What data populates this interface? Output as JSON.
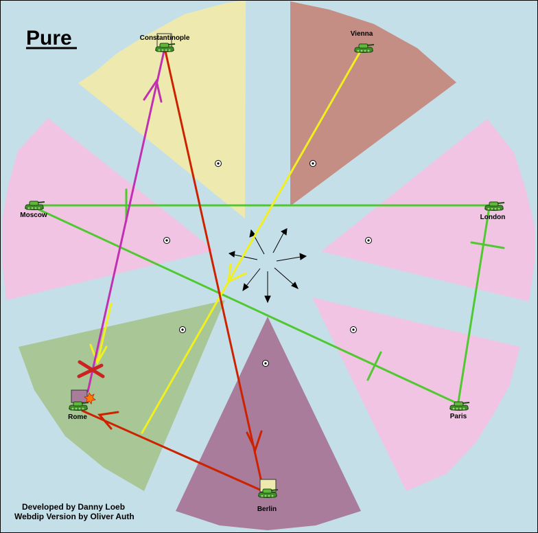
{
  "map": {
    "title": "Pure",
    "credits": [
      "Developed by Danny Loeb",
      "Webdip Version by Oliver Auth"
    ],
    "sea_color": "#c5dfe8"
  },
  "provinces": [
    {
      "key": "constantinople",
      "name": "Constantinople",
      "color": "#eeeaaf"
    },
    {
      "key": "vienna",
      "name": "Vienna",
      "color": "#c48e84"
    },
    {
      "key": "london",
      "name": "London",
      "color": "#f0c4e2"
    },
    {
      "key": "paris",
      "name": "Paris",
      "color": "#f0c4e2"
    },
    {
      "key": "berlin",
      "name": "Berlin",
      "color": "#a87c9a"
    },
    {
      "key": "rome",
      "name": "Rome",
      "color": "#a8c696"
    },
    {
      "key": "moscow",
      "name": "Moscow",
      "color": "#f0c4e2"
    }
  ],
  "units": [
    {
      "province": "constantinople",
      "type": "army",
      "icon": "tank-icon",
      "color": "#5fb83a"
    },
    {
      "province": "vienna",
      "type": "army",
      "icon": "tank-icon",
      "color": "#5fb83a"
    },
    {
      "province": "london",
      "type": "army",
      "icon": "tank-icon",
      "color": "#5fb83a"
    },
    {
      "province": "paris",
      "type": "army",
      "icon": "tank-icon",
      "color": "#5fb83a"
    },
    {
      "province": "berlin",
      "type": "army",
      "icon": "tank-icon",
      "color": "#5fb83a"
    },
    {
      "province": "rome",
      "type": "army",
      "icon": "tank-icon",
      "color": "#5fb83a",
      "status": "dislodged"
    },
    {
      "province": "moscow",
      "type": "army",
      "icon": "tank-icon",
      "color": "#5fb83a"
    }
  ],
  "orders": [
    {
      "kind": "move",
      "from": "constantinople",
      "to": "berlin",
      "color": "#cc2200"
    },
    {
      "kind": "move",
      "from": "berlin",
      "to": "rome",
      "color": "#cc2200"
    },
    {
      "kind": "move",
      "from": "rome",
      "to": "constantinople",
      "color": "#c030b0",
      "result": "failed"
    },
    {
      "kind": "support-move",
      "from": "vienna",
      "to": "rome",
      "color": "#f0f020"
    },
    {
      "kind": "hold",
      "from": "moscow",
      "to": "london",
      "color": "#50c830"
    },
    {
      "kind": "hold",
      "from": "moscow",
      "to": "paris",
      "color": "#50c830"
    },
    {
      "kind": "hold",
      "from": "london",
      "to": "paris",
      "color": "#50c830"
    }
  ],
  "legend": {
    "supply_center_icon": "supply-center-icon",
    "fail_marker_icon": "fail-cross-icon",
    "battle_icon": "explosion-icon",
    "compass_icon": "direction-arrows-icon"
  }
}
